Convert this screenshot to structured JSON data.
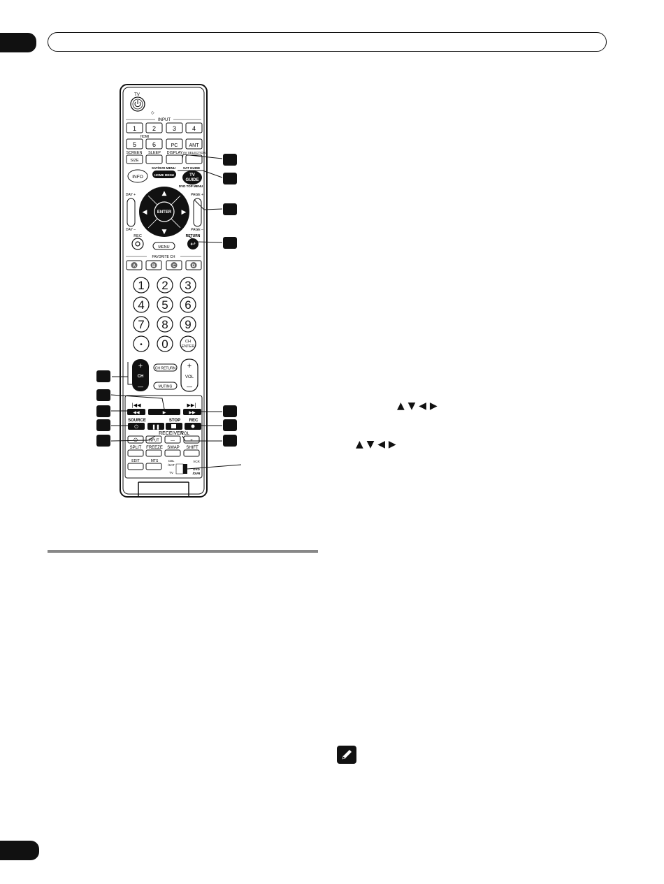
{
  "remote": {
    "tv": "TV",
    "input": "INPUT",
    "input_buttons": [
      "1",
      "2",
      "3",
      "4"
    ],
    "hdmi": "HDMI",
    "row2_buttons": [
      "5",
      "6",
      "PC",
      "ANT"
    ],
    "screen": "SCREEN",
    "size": "SIZE",
    "sleep": "SLEEP",
    "display": "DISPLAY",
    "av_selection": "AV SELECTION",
    "info": "INFO",
    "sat_dvd_menu": "SAT/DVD MENU",
    "home_menu": "HOME MENU",
    "sat_guide": "SAT GUIDE",
    "tv_guide_line1": "TV",
    "tv_guide_line2": "GUIDE",
    "dvd_top_menu": "DVD TOP MENU",
    "day_plus": "DAY +",
    "day_minus": "DAY –",
    "page_plus": "PAGE +",
    "page_minus": "PAGE –",
    "enter": "ENTER",
    "rec": "REC",
    "menu": "MENU",
    "return": "RETURN",
    "favorite_ch": "FAVORITE CH",
    "favorites": [
      "A",
      "B",
      "C",
      "D"
    ],
    "numbers": [
      "1",
      "2",
      "3",
      "4",
      "5",
      "6",
      "7",
      "8",
      "9",
      "•",
      "0"
    ],
    "ch_enter_line1": "CH",
    "ch_enter_line2": "ENTER",
    "ch_return": "CH RETURN",
    "muting": "MUTING",
    "ch": "CH",
    "vol": "VOL",
    "plus": "+",
    "minus": "—",
    "source": "SOURCE",
    "stop": "STOP",
    "rec_label": "REC",
    "receiver": "RECEIVER",
    "vol_small": "VOL",
    "input_small": "INPUT",
    "bottom_row1": [
      "SPLIT",
      "FREEZE",
      "SWAP",
      "SHIFT"
    ],
    "edit": "EDIT",
    "mts": "MTS",
    "cbl_sat_line1": "CBL",
    "cbl_sat_line2": "/SAT",
    "vcr": "VCR",
    "tv_small": "TV",
    "dvd_line1": "DVD",
    "dvd_line2": "/DVR"
  },
  "right_text": {
    "arrows_row1": "▲ ▼ ◀ ▶",
    "arrows_row2": "▲ ▼ ◀ ▶"
  },
  "icons": {
    "note": "pencil-note-icon",
    "power": "power-icon"
  }
}
